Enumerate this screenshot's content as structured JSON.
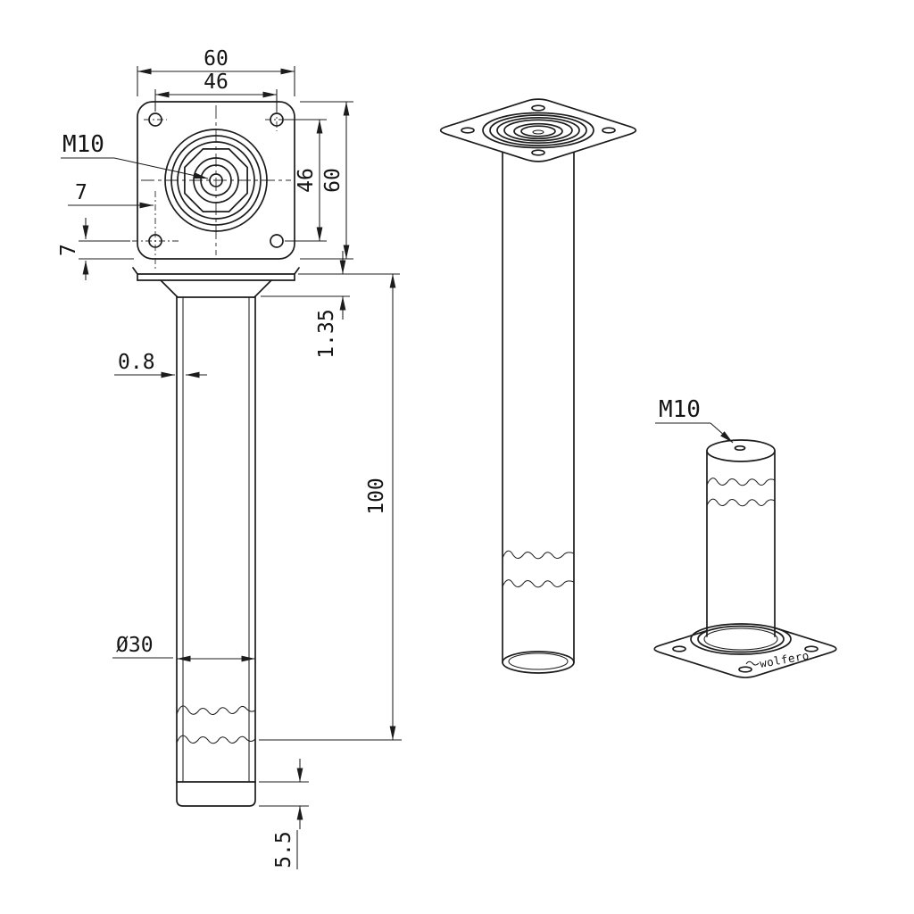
{
  "page": {
    "background_color": "#ffffff",
    "ink_color": "#1c1c1c"
  },
  "views": {
    "top_view": {
      "dim_width_top": "60",
      "dim_hole_spacing_top": "46",
      "dim_hole_spacing_side": "46",
      "dim_height_side": "60",
      "label_thread": "M10",
      "dim_hole_offset_h": "7",
      "dim_hole_offset_v": "7"
    },
    "front_view": {
      "dim_plate_thickness": "1.35",
      "dim_wall_thickness": "0.8",
      "dim_length": "100",
      "dim_tube_diameter": "Ø30",
      "dim_foot_height": "5.5"
    },
    "iso_bottom_view": {
      "label_thread": "M10",
      "brand": "wolfero"
    }
  }
}
